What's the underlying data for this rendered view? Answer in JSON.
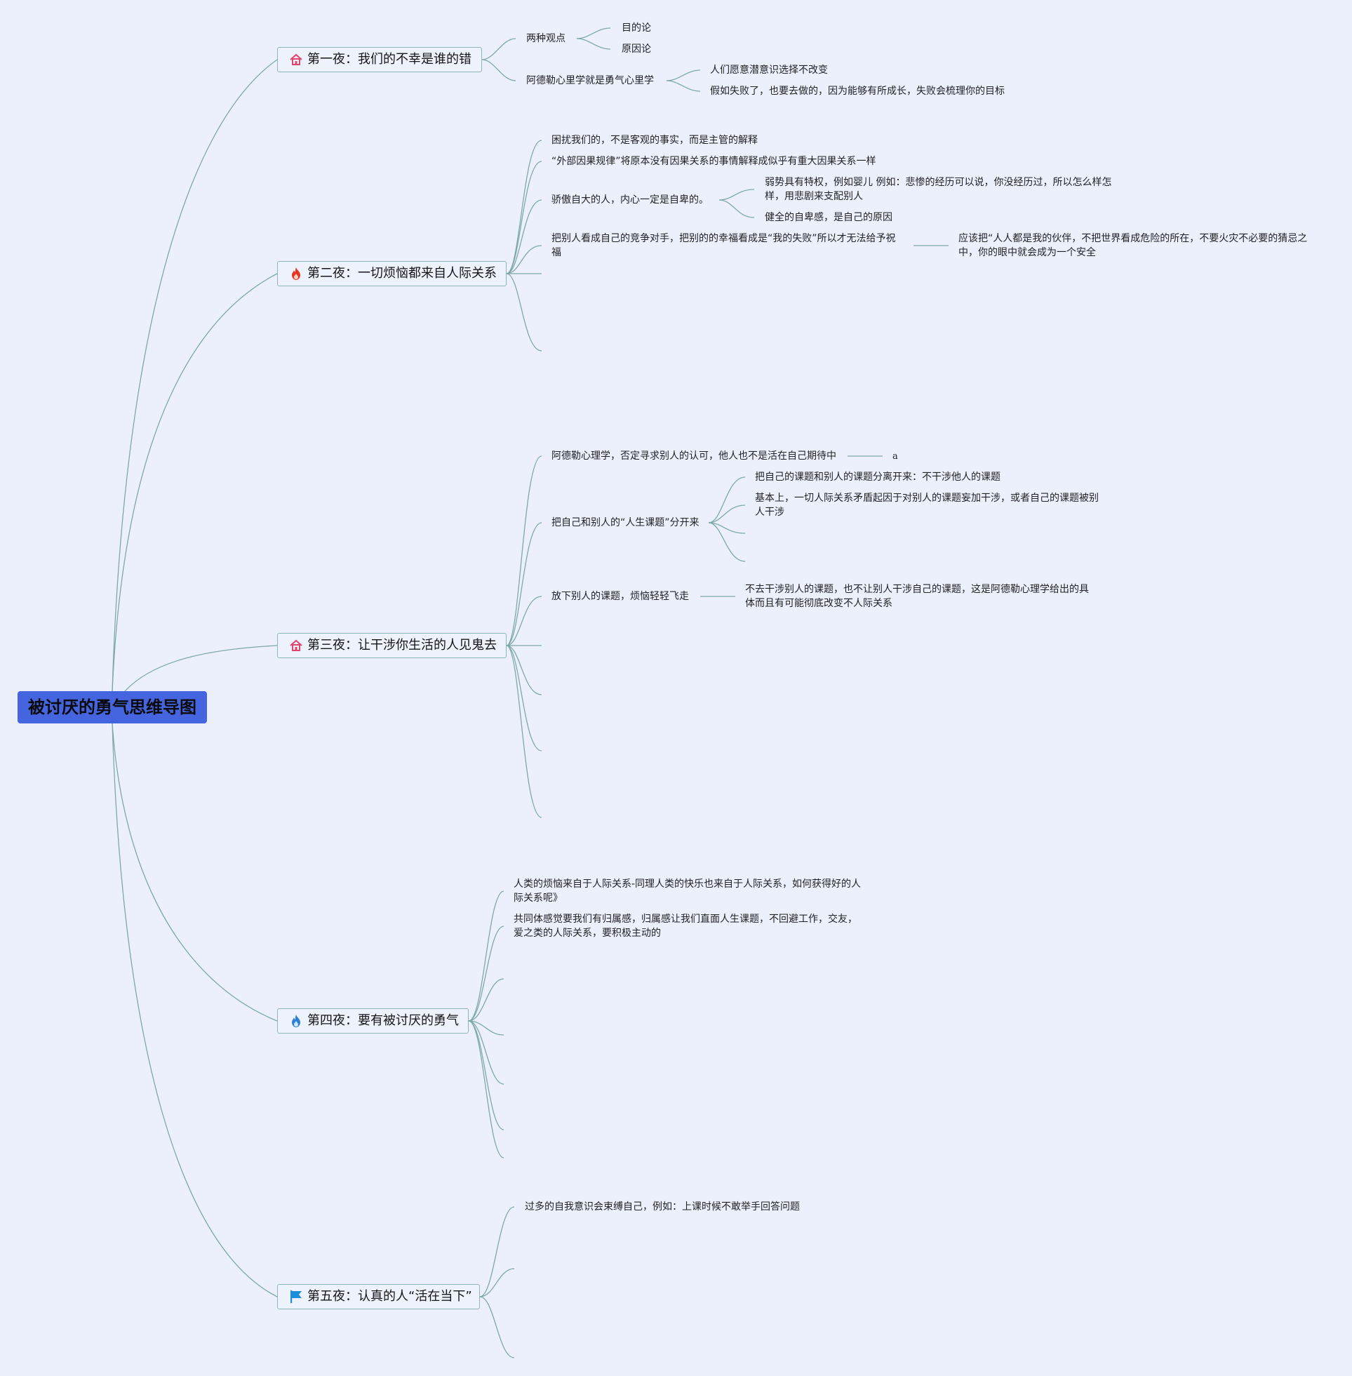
{
  "root": {
    "title": "被讨厌的勇气思维导图"
  },
  "nights": {
    "n1": {
      "title": "第一夜：我们的不幸是谁的错",
      "icon": "house-icon",
      "items": {
        "views": {
          "label": "两种观点",
          "children": [
            "目的论",
            "原因论"
          ]
        },
        "adler": {
          "label": "阿德勒心里学就是勇气心里学",
          "children": [
            "人们愿意潜意识选择不改变",
            "假如失败了，也要去做的，因为能够有所成长，失败会梳理你的目标"
          ]
        }
      }
    },
    "n2": {
      "title": "第二夜：一切烦恼都来自人际关系",
      "icon": "fire-icon",
      "items": {
        "a": "困扰我们的，不是客观的事实，而是主管的解释",
        "b": "“外部因果规律”将原本没有因果关系的事情解释成似乎有重大因果关系一样",
        "c": {
          "label": "骄傲自大的人，内心一定是自卑的。",
          "children": [
            "弱势具有特权，例如婴儿 例如：悲惨的经历可以说，你没经历过，所以怎么样怎样，用悲剧来支配别人",
            "健全的自卑感，是自己的原因"
          ]
        },
        "d": {
          "label": "把别人看成自己的竞争对手，把别的的幸福看成是“我的失败”所以才无法给予祝福",
          "child": "应该把“人人都是我的伙伴，不把世界看成危险的所在，不要火灾不必要的猜忌之中，你的眼中就会成为一个安全"
        }
      }
    },
    "n3": {
      "title": "第三夜：让干涉你生活的人见鬼去",
      "icon": "house-icon",
      "items": {
        "a": {
          "label": "阿德勒心理学，否定寻求别人的认可，他人也不是活在自己期待中",
          "child": "a"
        },
        "b": {
          "label": "把自己和别人的“人生课题”分开来",
          "children": [
            "把自己的课题和别人的课题分离开来：不干涉他人的课题",
            "基本上，一切人际关系矛盾起因于对别人的课题妄加干涉，或者自己的课题被别人干涉"
          ]
        },
        "c": {
          "label": "放下别人的课题，烦恼轻轻飞走",
          "child": "不去干涉别人的课题，也不让别人干涉自己的课题，这是阿德勒心理学给出的具体而且有可能彻底改变不人际关系"
        }
      }
    },
    "n4": {
      "title": "第四夜：要有被讨厌的勇气",
      "icon": "fire-icon",
      "items": {
        "a": "人类的烦恼来自于人际关系-同理人类的快乐也来自于人际关系，如何获得好的人际关系呢》",
        "b": "共同体感觉要我们有归属感，归属感让我们直面人生课题，不回避工作，交友，爱之类的人际关系，要积极主动的"
      }
    },
    "n5": {
      "title": "第五夜：认真的人“活在当下”",
      "icon": "flag-icon",
      "items": {
        "a": "过多的自我意识会束缚自己，例如：上课时候不敢举手回答问题"
      }
    }
  },
  "colors": {
    "root_bg": "#4565e0",
    "link": "#7fa8a8",
    "background": "#ebf0fc",
    "house": "#e0456e",
    "fire_red": "#e8341f",
    "fire_blue": "#2a7fd9",
    "flag": "#1d8fd8"
  }
}
